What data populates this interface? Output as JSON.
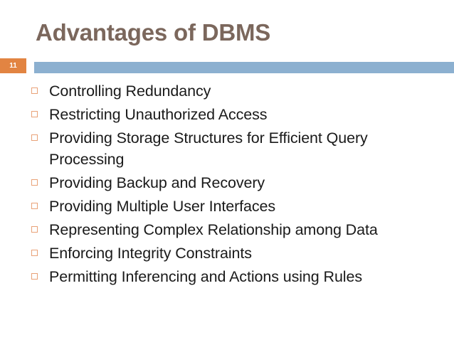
{
  "slide": {
    "page_number": "11",
    "title": "Advantages of DBMS",
    "colors": {
      "title": "#7b675c",
      "badge_background": "#e28442",
      "badge_text": "#ffffff",
      "rule_bar": "#8cb0d0",
      "bullet_marker": "#e9a278",
      "body_text": "#1a1a1a",
      "background": "#ffffff"
    },
    "bullets": [
      {
        "text": "Controlling Redundancy"
      },
      {
        "text": "Restricting Unauthorized Access"
      },
      {
        "text": "Providing Storage Structures for Efficient Query Processing"
      },
      {
        "text": "Providing Backup and Recovery"
      },
      {
        "text": "Providing Multiple User Interfaces"
      },
      {
        "text": "Representing Complex Relationship among Data"
      },
      {
        "text": "Enforcing Integrity Constraints"
      },
      {
        "text": "Permitting Inferencing and Actions using Rules"
      }
    ]
  }
}
